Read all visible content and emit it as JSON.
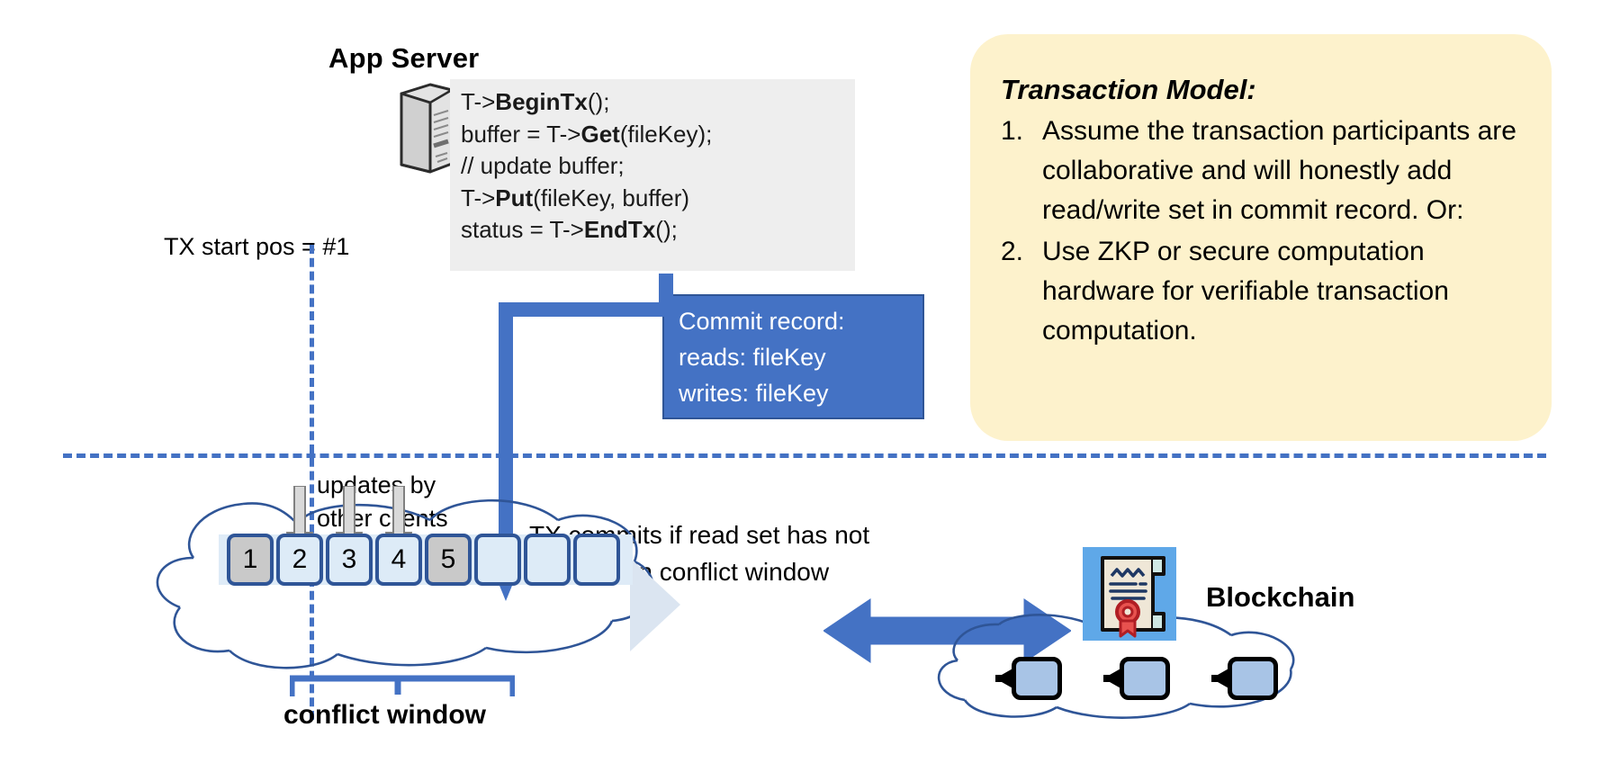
{
  "app_server": {
    "title": "App Server",
    "icon": "server-tower-icon",
    "code_lines": [
      {
        "pre": "T->",
        "bold": "BeginTx",
        "post": "();"
      },
      {
        "pre": "buffer = T->",
        "bold": "Get",
        "post": "(fileKey);"
      },
      {
        "pre": "// update buffer;",
        "bold": "",
        "post": ""
      },
      {
        "pre": "T->",
        "bold": "Put",
        "post": "(fileKey, buffer)"
      },
      {
        "pre": "status = T->",
        "bold": "EndTx",
        "post": "();"
      }
    ]
  },
  "tx_start": {
    "label": "TX start pos = #1"
  },
  "commit_record": {
    "title": "Commit record:",
    "reads": "reads: fileKey",
    "writes": "writes: fileKey",
    "bg_color": "#4472c4"
  },
  "transaction_model": {
    "title": "Transaction Model:",
    "bg_color": "#fdf2cc",
    "items": [
      {
        "num": "1.",
        "text": "Assume the transaction participants are collaborative and will honestly add read/write set in commit record.  Or:"
      },
      {
        "num": "2.",
        "text": "Use ZKP or secure computation hardware for verifiable transaction computation."
      }
    ]
  },
  "ledger": {
    "updates_label": "updates by other clients",
    "commits_label": "TX commits if read set has not changed in conflict window",
    "conflict_window_label": "conflict window",
    "blocks": [
      {
        "label": "1",
        "shaded": true
      },
      {
        "label": "2",
        "shaded": false
      },
      {
        "label": "3",
        "shaded": false
      },
      {
        "label": "4",
        "shaded": false
      },
      {
        "label": "5",
        "shaded": true
      },
      {
        "label": "",
        "shaded": false
      },
      {
        "label": "",
        "shaded": false
      },
      {
        "label": "",
        "shaded": false
      }
    ],
    "accent_color": "#2f5597",
    "block_fill": "#ddebf7",
    "shaded_fill": "#c9c9c9"
  },
  "blockchain": {
    "label": "Blockchain",
    "contract_icon": "certificate-seal-icon",
    "block_count": 3,
    "block_fill": "#a8c4e6"
  }
}
